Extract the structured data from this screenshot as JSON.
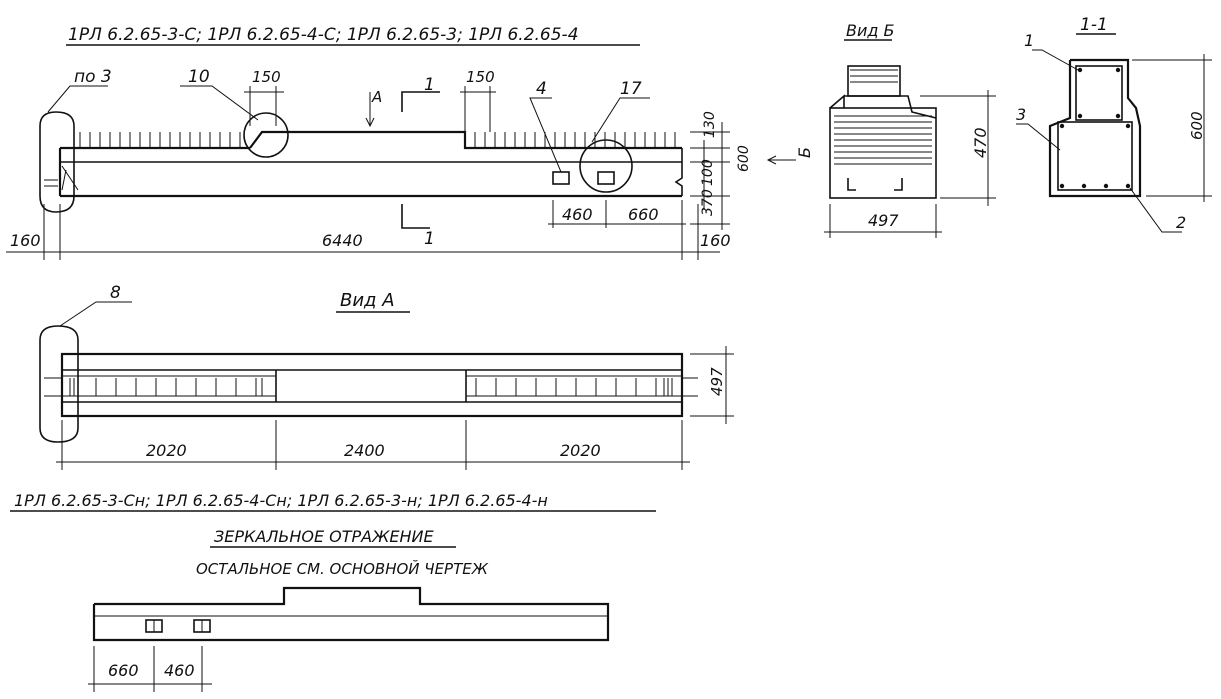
{
  "header_top": "1РЛ 6.2.65-3-С;  1РЛ 6.2.65-4-С;  1РЛ 6.2.65-3;  1РЛ 6.2.65-4",
  "elevation": {
    "callout_left": "по 3",
    "callout_10": "10",
    "callout_4": "4",
    "callout_17": "17",
    "dim_150_left": "150",
    "dim_150_right": "150",
    "section_mark": "1",
    "view_a_mark": "А",
    "view_b_arrow": "Б",
    "dim_130": "130",
    "dim_600": "600",
    "dim_100": "100",
    "dim_370": "370",
    "dim_460": "460",
    "dim_660": "660",
    "dim_160_left": "160",
    "dim_6440": "6440",
    "dim_160_right": "160"
  },
  "view_b": {
    "title": "Вид Б",
    "dim_470": "470",
    "dim_497": "497"
  },
  "section_1_1": {
    "title": "1-1",
    "callout_1": "1",
    "callout_2": "2",
    "callout_3": "3",
    "dim_600": "600"
  },
  "plan_view": {
    "title": "Вид А",
    "callout_8": "8",
    "dim_497": "497",
    "dim_2020_left": "2020",
    "dim_2400": "2400",
    "dim_2020_right": "2020"
  },
  "header_mirror": "1РЛ 6.2.65-3-Сн;  1РЛ 6.2.65-4-Сн;  1РЛ 6.2.65-3-н;  1РЛ 6.2.65-4-н",
  "mirror_note": "ЗЕРКАЛЬНОЕ  ОТРАЖЕНИЕ",
  "other_note": "ОСТАЛЬНОЕ  СМ.  ОСНОВНОЙ  ЧЕРТЕЖ",
  "mirror_view": {
    "dim_660": "660",
    "dim_460": "460"
  }
}
